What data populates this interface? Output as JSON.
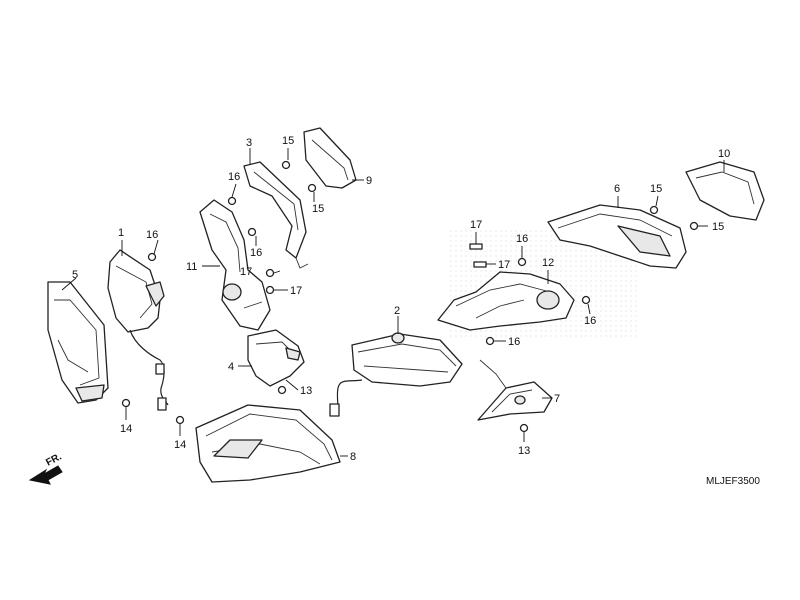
{
  "diagram": {
    "code": "MLJEF3500",
    "direction_label": "FR.",
    "callouts": [
      {
        "id": "c-1",
        "text": "1"
      },
      {
        "id": "c-2",
        "text": "2"
      },
      {
        "id": "c-3",
        "text": "3"
      },
      {
        "id": "c-4",
        "text": "4"
      },
      {
        "id": "c-5",
        "text": "5"
      },
      {
        "id": "c-6",
        "text": "6"
      },
      {
        "id": "c-7",
        "text": "7"
      },
      {
        "id": "c-8",
        "text": "8"
      },
      {
        "id": "c-9",
        "text": "9"
      },
      {
        "id": "c-10",
        "text": "10"
      },
      {
        "id": "c-11",
        "text": "11"
      },
      {
        "id": "c-12",
        "text": "12"
      },
      {
        "id": "c-13a",
        "text": "13"
      },
      {
        "id": "c-13b",
        "text": "13"
      },
      {
        "id": "c-14a",
        "text": "14"
      },
      {
        "id": "c-14b",
        "text": "14"
      },
      {
        "id": "c-15a",
        "text": "15"
      },
      {
        "id": "c-15b",
        "text": "15"
      },
      {
        "id": "c-15c",
        "text": "15"
      },
      {
        "id": "c-15d",
        "text": "15"
      },
      {
        "id": "c-16a",
        "text": "16"
      },
      {
        "id": "c-16b",
        "text": "16"
      },
      {
        "id": "c-16c",
        "text": "16"
      },
      {
        "id": "c-16d",
        "text": "16"
      },
      {
        "id": "c-16e",
        "text": "16"
      },
      {
        "id": "c-16f",
        "text": "16"
      },
      {
        "id": "c-17a",
        "text": "17"
      },
      {
        "id": "c-17b",
        "text": "17"
      },
      {
        "id": "c-17c",
        "text": "17"
      },
      {
        "id": "c-17d",
        "text": "17"
      }
    ]
  }
}
